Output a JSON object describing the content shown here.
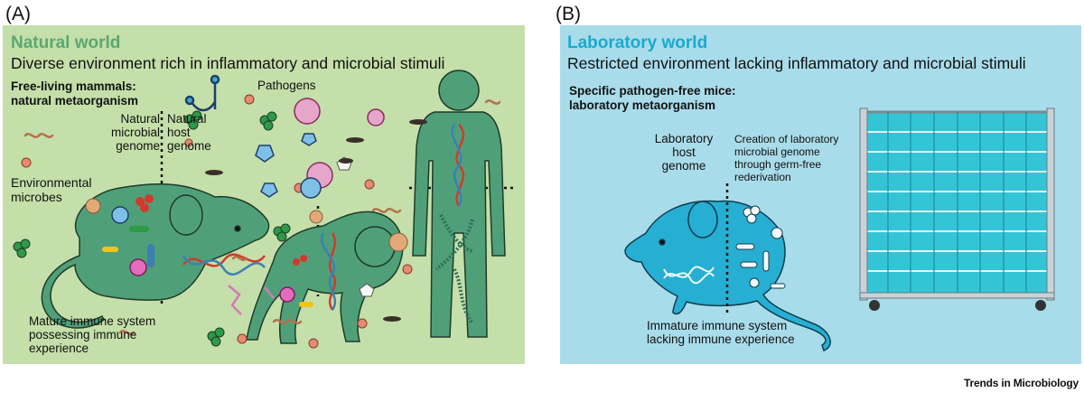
{
  "panel_a": {
    "letter": "(A)",
    "title": "Natural world",
    "subtitle": "Diverse environment rich in inflammatory and microbial stimuli",
    "bold_label": "Free-living mammals:\nnatural metaorganism",
    "pathogens": "Pathogens",
    "natural_microbial_genome": "Natural\nmicrobial\ngenome",
    "natural_host_genome": "Natural\nhost\ngenome",
    "environmental_microbes": "Environmental\nmicrobes",
    "immune": "Mature immune system\npossessing immune\nexperience",
    "colors": {
      "background": "#c4dfa9",
      "title": "#5aa870",
      "silhouette": "#4fa078"
    }
  },
  "panel_b": {
    "letter": "(B)",
    "title": "Laboratory world",
    "subtitle": "Restricted environment lacking inflammatory and microbial stimuli",
    "bold_label": "Specific pathogen-free mice:\nlaboratory metaorganism",
    "host_genome": "Laboratory\nhost\ngenome",
    "creation": "Creation of laboratory\nmicrobial genome\nthrough germ-free\nrederivation",
    "immune": "Immature immune system\nlacking immune experience",
    "colors": {
      "background": "#a9dcea",
      "title": "#1aa9cf",
      "mouse": "#27aed3",
      "cages": "#33c5d6"
    }
  },
  "footer": {
    "brand": "Trends in Microbiology"
  }
}
